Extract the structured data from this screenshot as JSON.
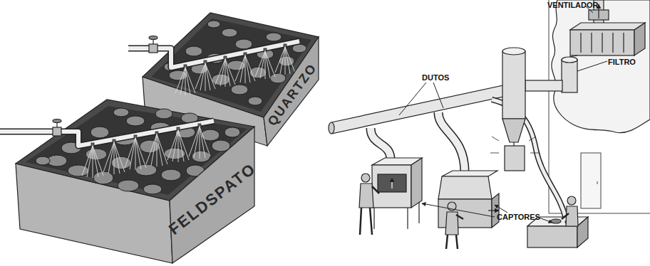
{
  "diagram": {
    "nodes": [
      {
        "text": [
          "QUARTZO"
        ]
      },
      {
        "text": [
          "FELDSPATO"
        ]
      }
    ],
    "labels": [
      "VENTILADOR",
      "FILTRO",
      "DUTOS",
      "CAPTORES"
    ]
  }
}
